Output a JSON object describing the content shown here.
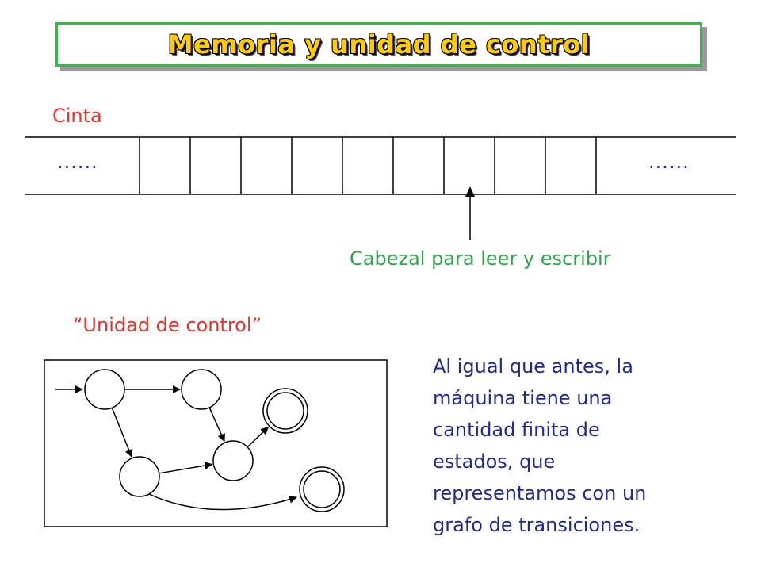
{
  "title": "Memoria y unidad de control",
  "tape": {
    "label": "Cinta",
    "left_ellipsis": "......",
    "right_ellipsis": "......",
    "cell_count": 9,
    "head_cell_index": 6
  },
  "head": {
    "label": "Cabezal para leer y escribir"
  },
  "control_unit": {
    "label": "“Unidad de control”",
    "states": [
      {
        "id": "s0",
        "accepting": false,
        "initial": true
      },
      {
        "id": "s1",
        "accepting": false,
        "initial": false
      },
      {
        "id": "s2",
        "accepting": true,
        "initial": false
      },
      {
        "id": "s3",
        "accepting": false,
        "initial": false
      },
      {
        "id": "s4",
        "accepting": false,
        "initial": false
      },
      {
        "id": "s5",
        "accepting": true,
        "initial": false
      }
    ],
    "transitions": [
      {
        "from": "s0",
        "to": "s1"
      },
      {
        "from": "s0",
        "to": "s3"
      },
      {
        "from": "s1",
        "to": "s4"
      },
      {
        "from": "s3",
        "to": "s4"
      },
      {
        "from": "s4",
        "to": "s2"
      },
      {
        "from": "s3",
        "to": "s5"
      }
    ]
  },
  "description": "Al igual que antes, la\nmáquina tiene una\ncantidad finita de\nestados, que\nrepresentamos con un\ngrafo de transiciones.",
  "colors": {
    "title_fill": "#ffcc00",
    "title_border": "#39b54a",
    "tape_label": "#e8312a",
    "head_label": "#33a14a",
    "description": "#1f2a8a"
  }
}
